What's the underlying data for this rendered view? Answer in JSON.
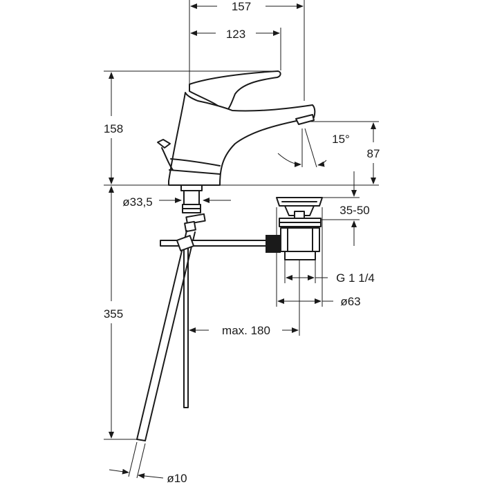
{
  "dimensions": {
    "width_total": "157",
    "width_spout": "123",
    "height_tap": "158",
    "height_spout": "87",
    "angle": "15°",
    "diameter_base": "ø33,5",
    "waste_range": "35-50",
    "hose_length": "355",
    "rod_max": "max. 180",
    "thread": "G 1 1/4",
    "waste_diameter": "ø63",
    "hose_diameter": "ø10"
  }
}
